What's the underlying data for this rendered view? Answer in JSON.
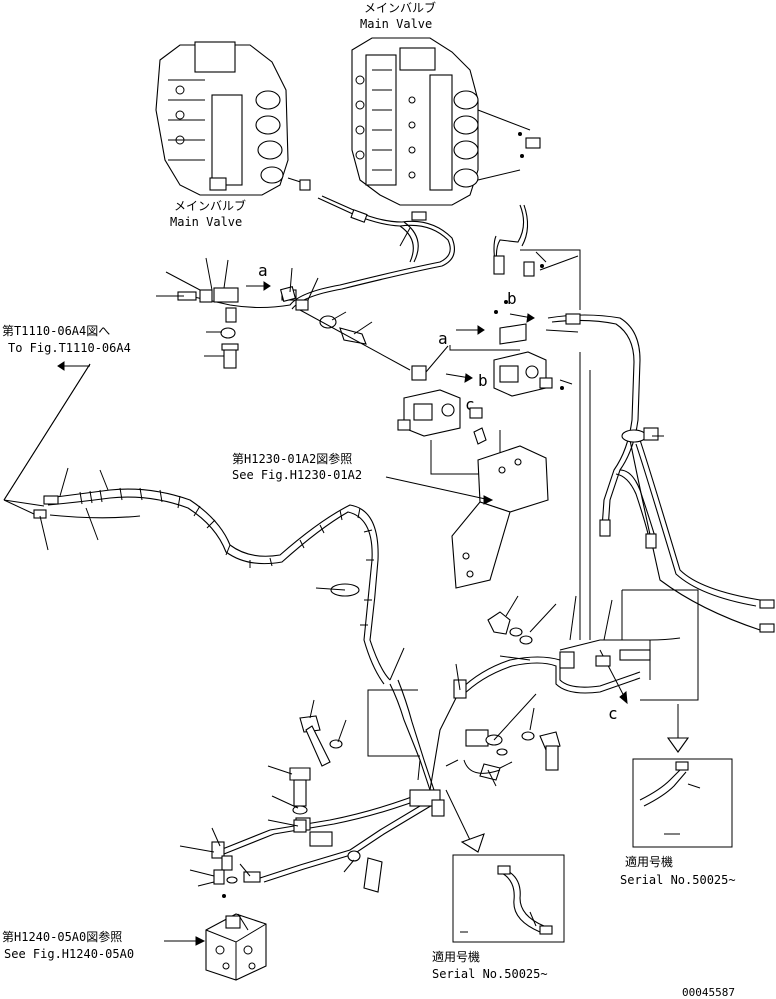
{
  "labels": {
    "main_valve_top_jp": "メインバルブ",
    "main_valve_top_en": "Main Valve",
    "main_valve_left_jp": "メインバルブ",
    "main_valve_left_en": "Main Valve",
    "ref_a_1": "a",
    "ref_a_2": "a",
    "ref_b_1": "b",
    "ref_b_2": "b",
    "ref_c_1": "c",
    "ref_c_2": "c",
    "fig_t1110_jp": "第T1110-06A4図へ",
    "fig_t1110_en": "To Fig.T1110-06A4",
    "fig_h1230_jp": "第H1230-01A2図参照",
    "fig_h1230_en": "See Fig.H1230-01A2",
    "fig_h1240_jp": "第H1240-05A0図参照",
    "fig_h1240_en": "See Fig.H1240-05A0",
    "serial_right_jp": "適用号機",
    "serial_right_en": "Serial No.50025~",
    "serial_bottom_jp": "適用号機",
    "serial_bottom_en": "Serial No.50025~",
    "drawing_number": "00045587"
  }
}
